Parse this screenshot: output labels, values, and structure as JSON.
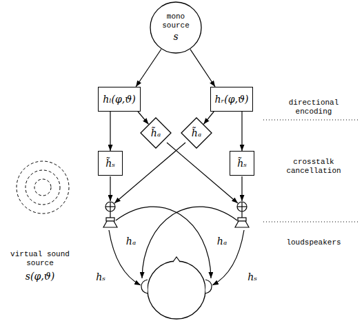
{
  "diagram": {
    "nodes": [
      {
        "text": [
          "mono source",
          "s"
        ]
      },
      {
        "text": [
          "hₗ(φ,ϑ)"
        ]
      },
      {
        "text": [
          "hᵣ(φ,ϑ)"
        ]
      },
      {
        "text": [
          "h̃ₐ"
        ]
      },
      {
        "text": [
          "h̃ₐ"
        ]
      },
      {
        "text": [
          "h̃ₛ"
        ]
      },
      {
        "text": [
          "h̃ₛ"
        ]
      }
    ],
    "edges": [
      {
        "from": 0,
        "to": 1,
        "arrow": "to"
      },
      {
        "from": 0,
        "to": 2,
        "arrow": "to"
      },
      {
        "from": 1,
        "to": 5,
        "arrow": "to"
      },
      {
        "from": 1,
        "to": 3,
        "arrow": "to"
      },
      {
        "from": 2,
        "to": 4,
        "arrow": "to"
      },
      {
        "from": 2,
        "to": 6,
        "arrow": "to"
      }
    ],
    "labels": [
      "directional encoding",
      "crosstalk cancellation",
      "loudspeakers",
      "virtual sound source",
      "s(φ,ϑ)",
      "hₐ",
      "hₐ",
      "hₛ",
      "hₛ"
    ]
  }
}
